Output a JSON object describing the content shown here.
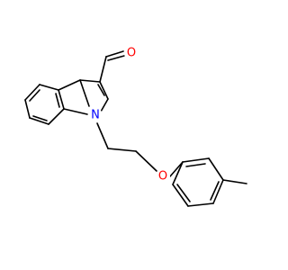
{
  "molecule": {
    "atom_labels": {
      "aldehyde_oxygen": "O",
      "indole_nitrogen": "N",
      "ether_oxygen": "O"
    },
    "colors": {
      "oxygen": "#ff0000",
      "nitrogen": "#0000ff",
      "bond": "#000000"
    }
  }
}
